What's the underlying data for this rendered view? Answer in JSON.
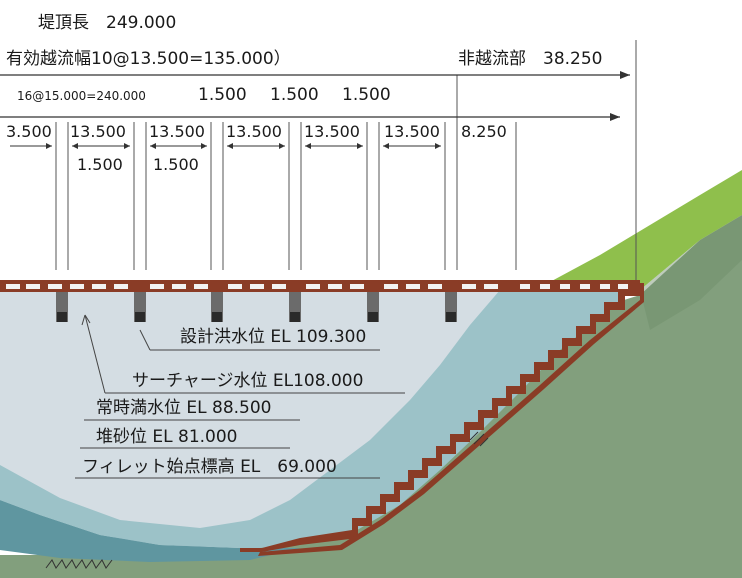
{
  "dimensions": {
    "crest_length": "堤頂長　249.000",
    "effective_overflow_width": "有効越流幅10@13.500=135.000）",
    "non_overflow_section": "非越流部　38.250",
    "row3": {
      "pier_spacing": "16@15.000=240.000",
      "pier_width_a": "1.500",
      "pier_width_b": "1.500",
      "pier_width_c": "1.500"
    },
    "bay_widths": [
      "3.500",
      "13.500",
      "13.500",
      "13.500",
      "13.500",
      "13.500",
      "8.250"
    ],
    "pier_widths_row5": [
      "1.500",
      "1.500"
    ]
  },
  "water_levels": {
    "design_flood": "設計洪水位 EL 109.300",
    "surcharge": "サーチャージ水位 EL108.000",
    "normal": "常時満水位 EL 88.500",
    "sediment": "堆砂位 EL 81.000",
    "fillet": "フィレット始点標高 EL　69.000"
  },
  "colors": {
    "background": "#ffffff",
    "reservoir_light": "#d4dde3",
    "reservoir_water": "#9cc2c8",
    "sediment": "#5f96a0",
    "grass": "#8fbf4c",
    "earth": "#829f7d",
    "earth_dark": "#6e8d6a",
    "dam_brown": "#8a3c26",
    "pier_dark": "#3a3a3a"
  }
}
